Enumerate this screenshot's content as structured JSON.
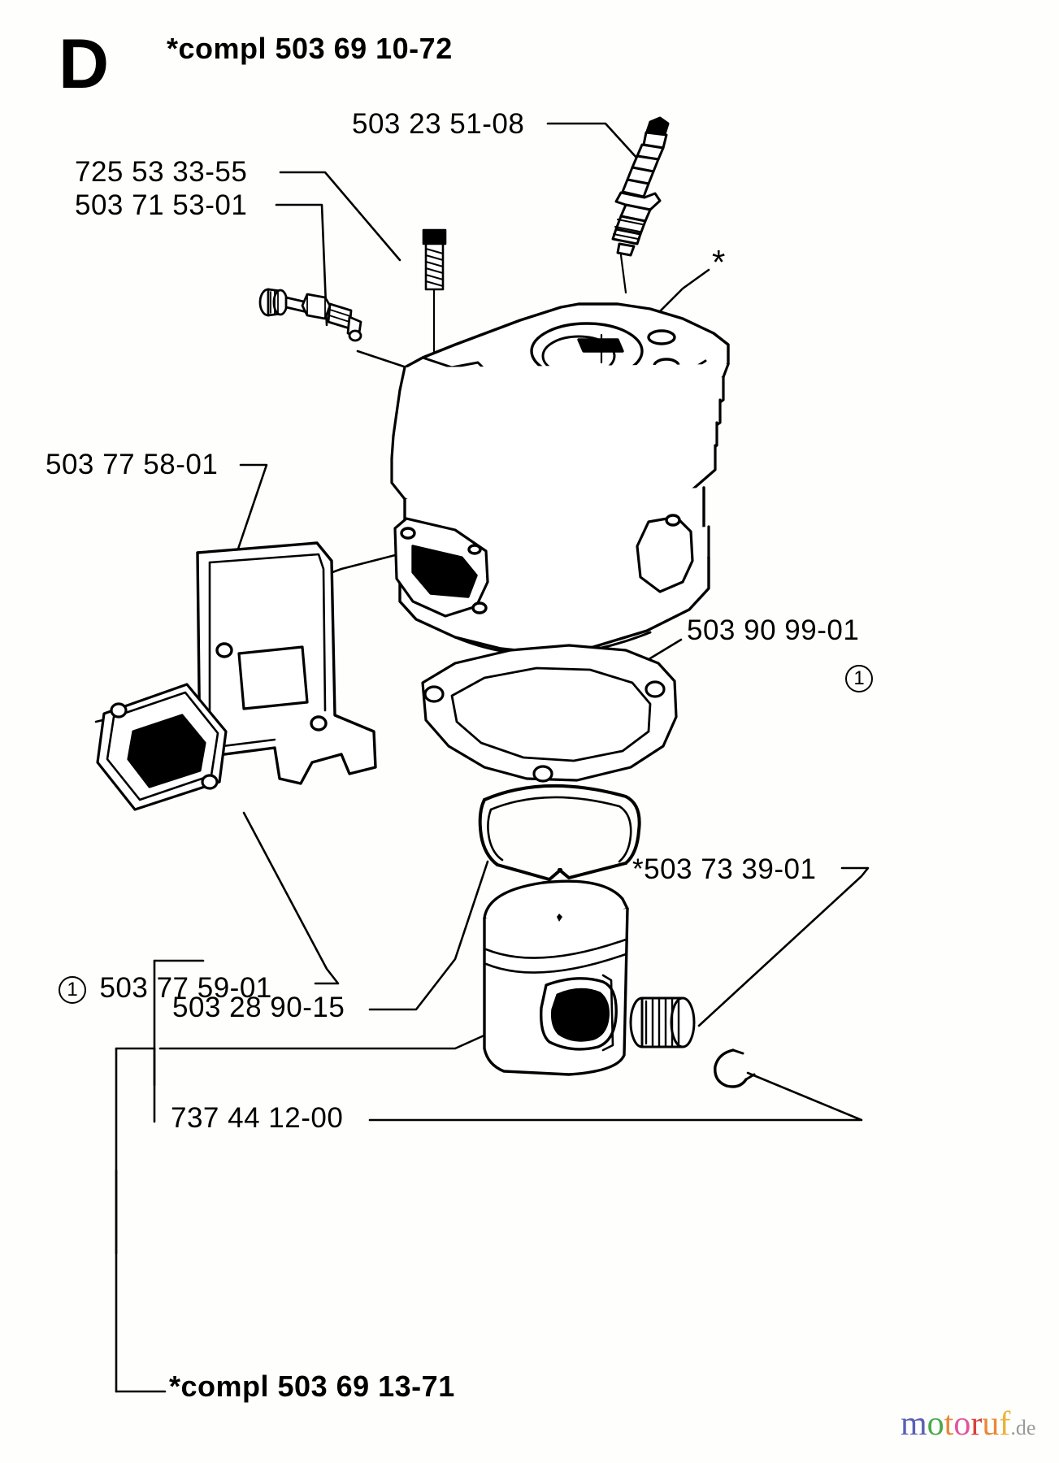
{
  "page": {
    "section_letter": "D",
    "title": "*compl 503 69 10-72",
    "background_color": "#fefffd",
    "ink_color": "#000000"
  },
  "labels": {
    "spark_plug": "503 23 51-08",
    "decomp_valve": "725 53 33-55",
    "decomp_nipple": "503 71 53-01",
    "muffler_plate": "503 77 58-01",
    "cylinder_gasket": "503 90 99-01",
    "gasket_note": "1",
    "exhaust_gasket_note": "1",
    "exhaust_gasket": "503 77 59-01",
    "piston_rings": "*503 73 39-01",
    "piston": "503 28 90-15",
    "circlip_bearing": "737 44 12-00",
    "assembly_compl": "*compl 503 69 13-71",
    "cylinder_star": "*"
  },
  "parts": [
    {
      "number": "503 23 51-08",
      "name": "spark-plug"
    },
    {
      "number": "725 53 33-55",
      "name": "decompression-valve"
    },
    {
      "number": "503 71 53-01",
      "name": "decompression-nipple"
    },
    {
      "number": "503 77 58-01",
      "name": "muffler-heat-shield"
    },
    {
      "number": "503 90 99-01",
      "name": "cylinder-base-gasket"
    },
    {
      "number": "503 77 59-01",
      "name": "exhaust-gasket"
    },
    {
      "number": "*503 73 39-01",
      "name": "piston-ring-set"
    },
    {
      "number": "503 28 90-15",
      "name": "piston"
    },
    {
      "number": "737 44 12-00",
      "name": "needle-bearing-circlip"
    },
    {
      "number": "*compl 503 69 13-71",
      "name": "piston-assembly-complete"
    },
    {
      "number": "*compl 503 69 10-72",
      "name": "cylinder-assembly-complete"
    }
  ],
  "watermark": {
    "letters": [
      {
        "ch": "m",
        "color": "#5a5fb4"
      },
      {
        "ch": "o",
        "color": "#4aa84a"
      },
      {
        "ch": "t",
        "color": "#e8893a"
      },
      {
        "ch": "o",
        "color": "#e2549a"
      },
      {
        "ch": "r",
        "color": "#d8403a"
      },
      {
        "ch": "u",
        "color": "#e8893a"
      },
      {
        "ch": "f",
        "color": "#e8b43a"
      }
    ],
    "domain": ".de"
  }
}
